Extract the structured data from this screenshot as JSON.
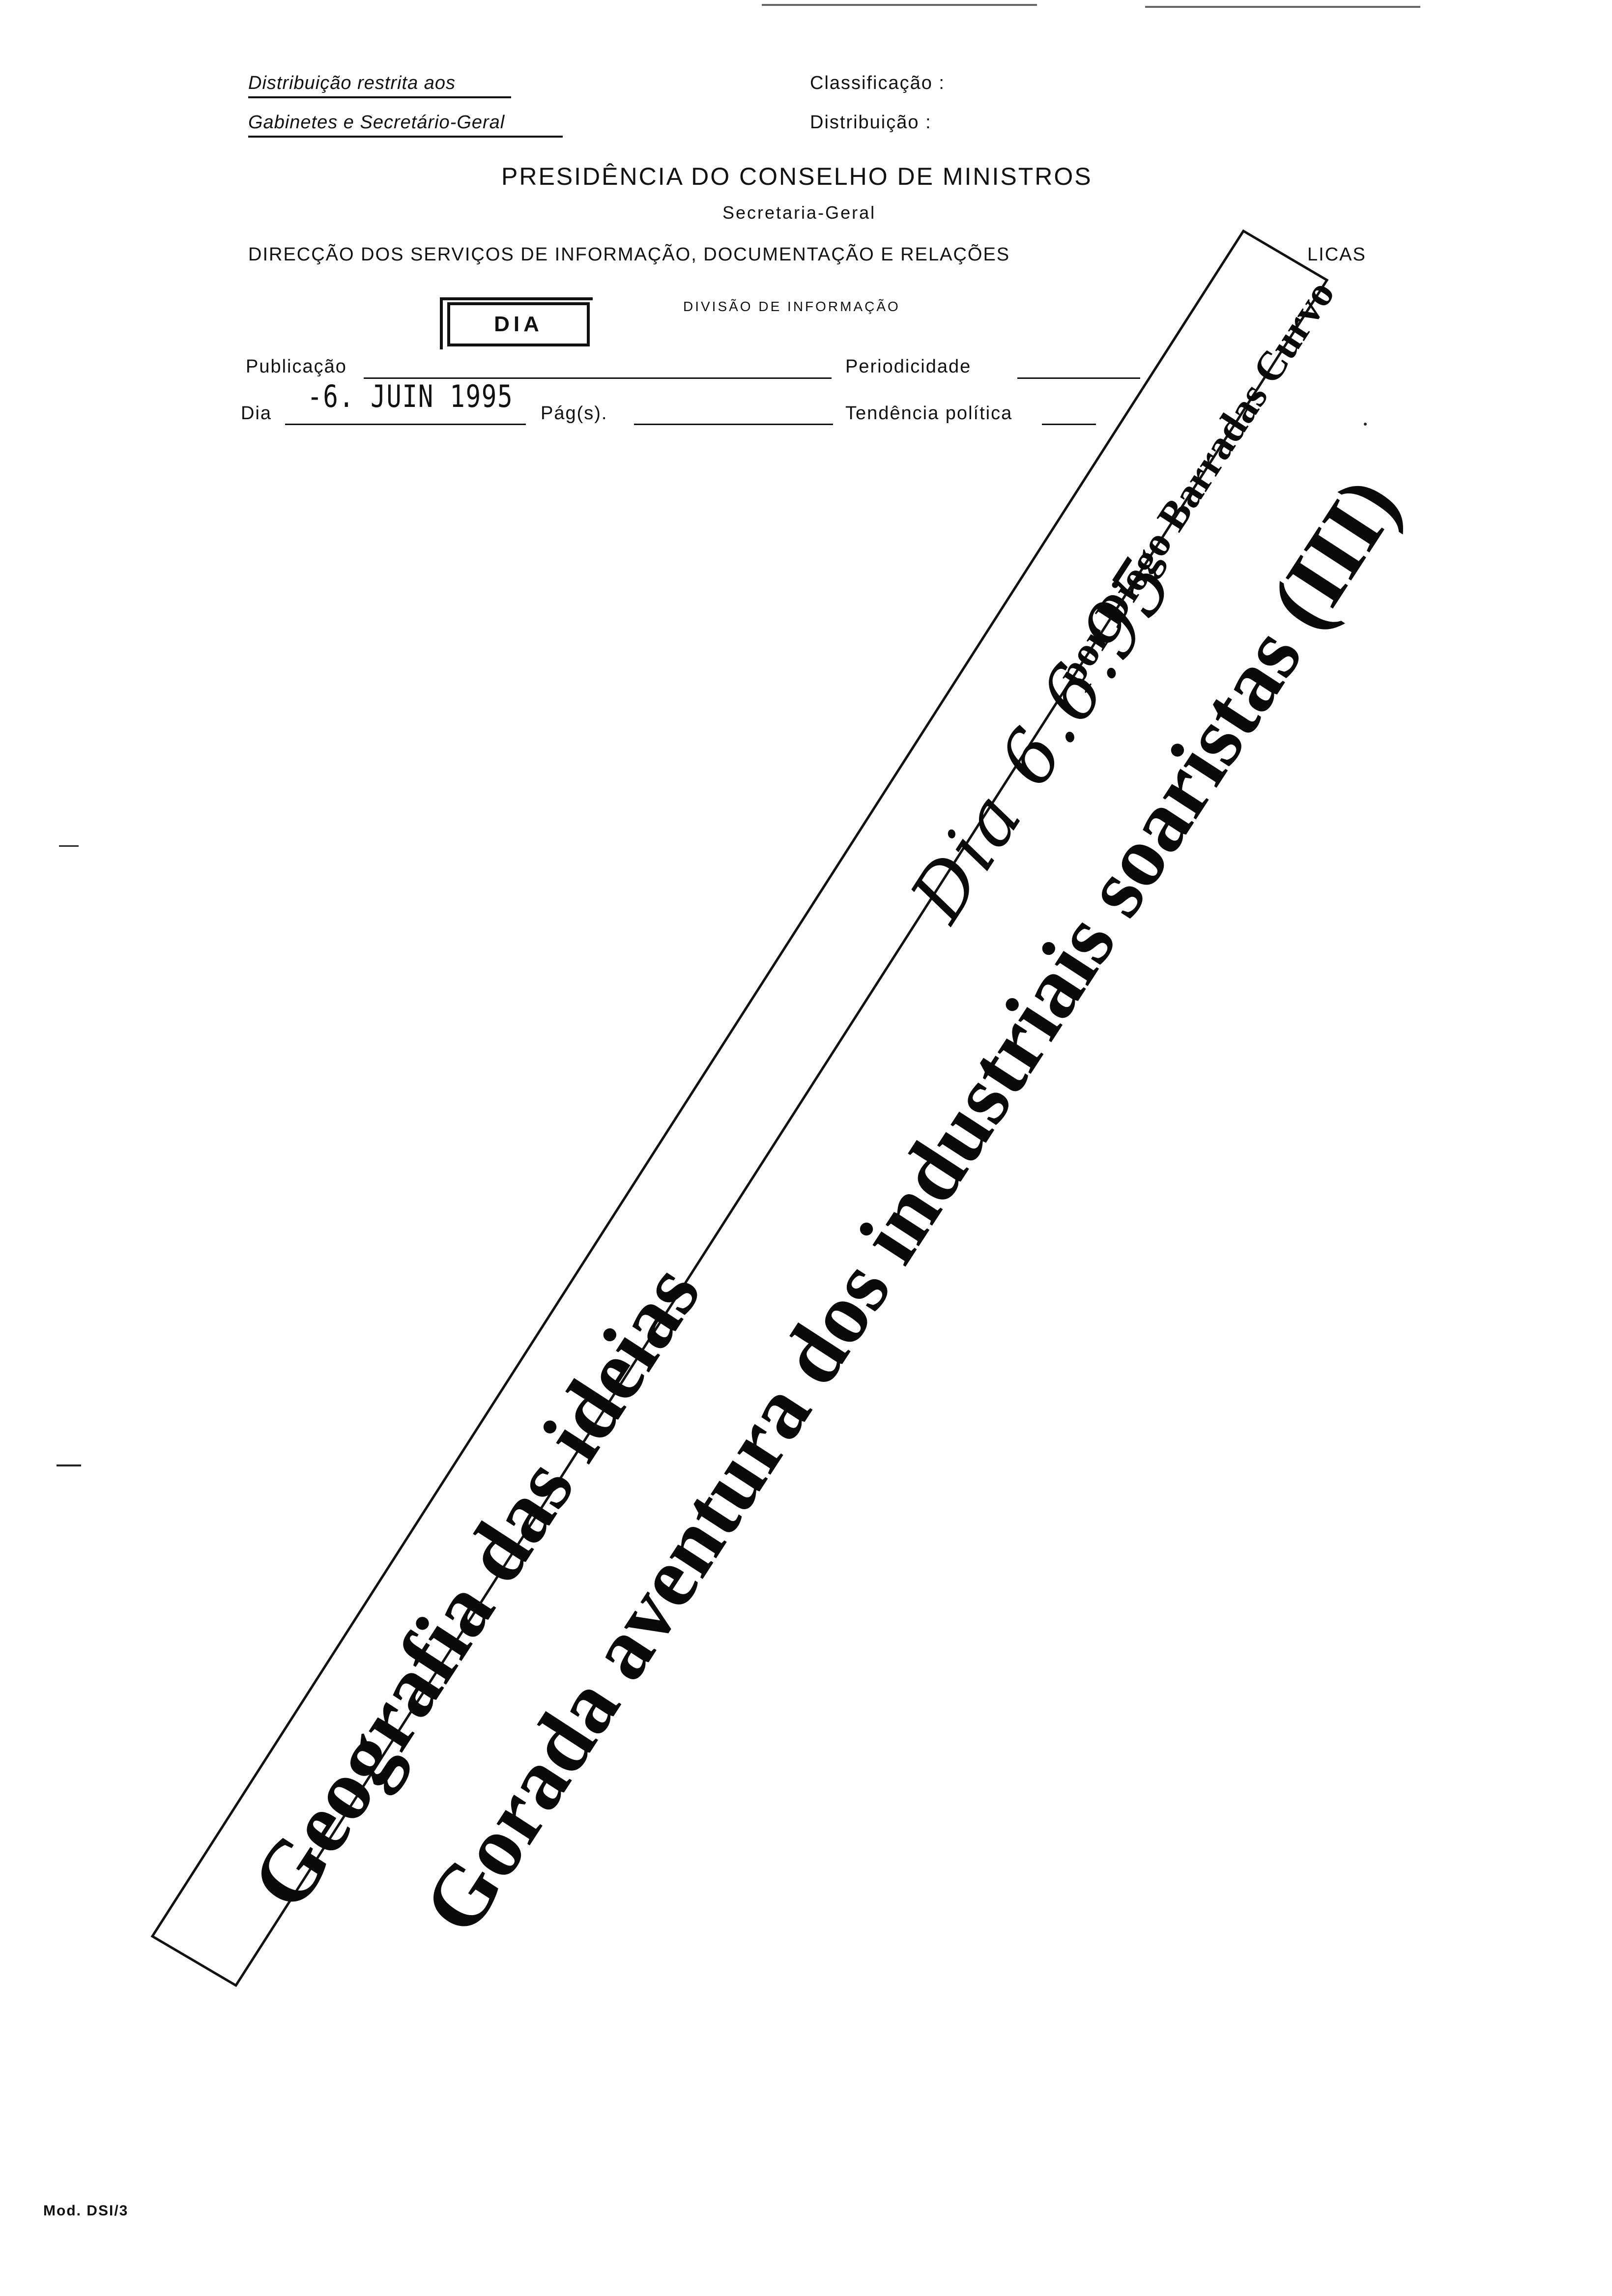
{
  "distribution": {
    "line1": "Distribuição restrita aos",
    "line2": "Gabinetes e Secretário-Geral"
  },
  "meta": {
    "classificacao_label": "Classificação :",
    "distribuicao_label": "Distribuição :"
  },
  "header": {
    "title": "PRESIDÊNCIA DO CONSELHO DE MINISTROS",
    "subtitle": "Secretaria-Geral",
    "direccao": "DIRECÇÃO  DOS  SERVIÇOS  DE  INFORMAÇÃO,  DOCUMENTAÇÃO  E  RELAÇÕES",
    "direccao_tail": "LICAS",
    "divisao": "DIVISÃO DE INFORMAÇÃO"
  },
  "stamp": {
    "label": "DIA"
  },
  "fields": {
    "publicacao_label": "Publicação",
    "periodicidade_label": "Periodicidade",
    "dia_label": "Dia",
    "dia_value": "-6. JUIN 1995",
    "pags_label": "Pág(s).",
    "tendencia_label": "Tendência política"
  },
  "clipping": {
    "kicker": "Geografia das ideias",
    "headline": "Gorada aventura dos industriais soaristas (III)",
    "byline": "por Diogo Barradas Curvo",
    "handwritten": "Dia 6.6.95"
  },
  "footer": {
    "form_code": "Mod. DSI/3"
  }
}
